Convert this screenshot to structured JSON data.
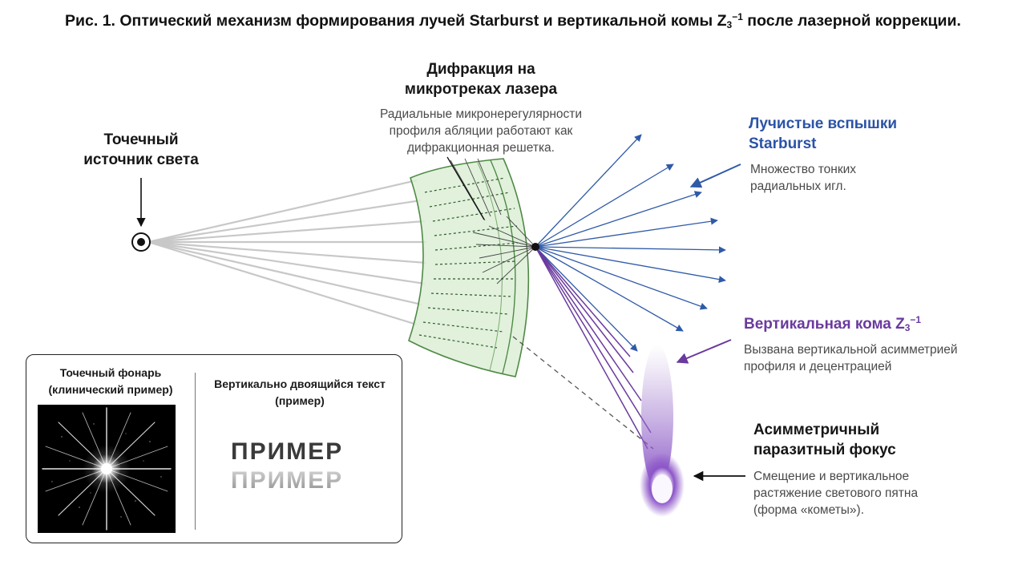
{
  "title": {
    "main": "Рис. 1. Оптический механизм формирования лучей Starburst и вертикальной комы Z",
    "sub": "3",
    "sup": "−1",
    "tail": " после лазерной коррекции."
  },
  "source": {
    "label_line1": "Точечный",
    "label_line2": "источник света"
  },
  "diffraction": {
    "heading_line1": "Дифракция на",
    "heading_line2": "микротреках лазера",
    "desc_line1": "Радиальные микронерегулярности",
    "desc_line2": "профиля абляции работают как",
    "desc_line3": "дифракционная решетка."
  },
  "starburst": {
    "heading_line1": "Лучистые вспышки",
    "heading_line2": "Starburst",
    "desc_line1": "Множество тонких",
    "desc_line2": "радиальных игл."
  },
  "coma": {
    "heading_main": "Вертикальная кома Z",
    "heading_sub": "3",
    "heading_sup": "−1",
    "desc_line1": "Вызвана вертикальной асимметрией",
    "desc_line2": "профиля и децентрацией"
  },
  "focus": {
    "heading_line1": "Асимметричный",
    "heading_line2": "паразитный фокус",
    "desc_line1": "Смещение и вертикальное",
    "desc_line2": "растяжение светового пятна",
    "desc_line3": "(форма «кометы»)."
  },
  "inset": {
    "left_label_line1": "Точечный фонарь",
    "left_label_line2": "(клинический пример)",
    "right_label_line1": "Вертикально двоящийся текст",
    "right_label_line2": "(пример)",
    "sample_text": "ПРИМЕР"
  },
  "colors": {
    "blue_rays": "#2f5aa8",
    "purple_rays": "#6a3a9e",
    "lens_fill": "#dcefd6",
    "lens_stroke": "#4f8a45",
    "source_rays": "#c8c8c8"
  }
}
